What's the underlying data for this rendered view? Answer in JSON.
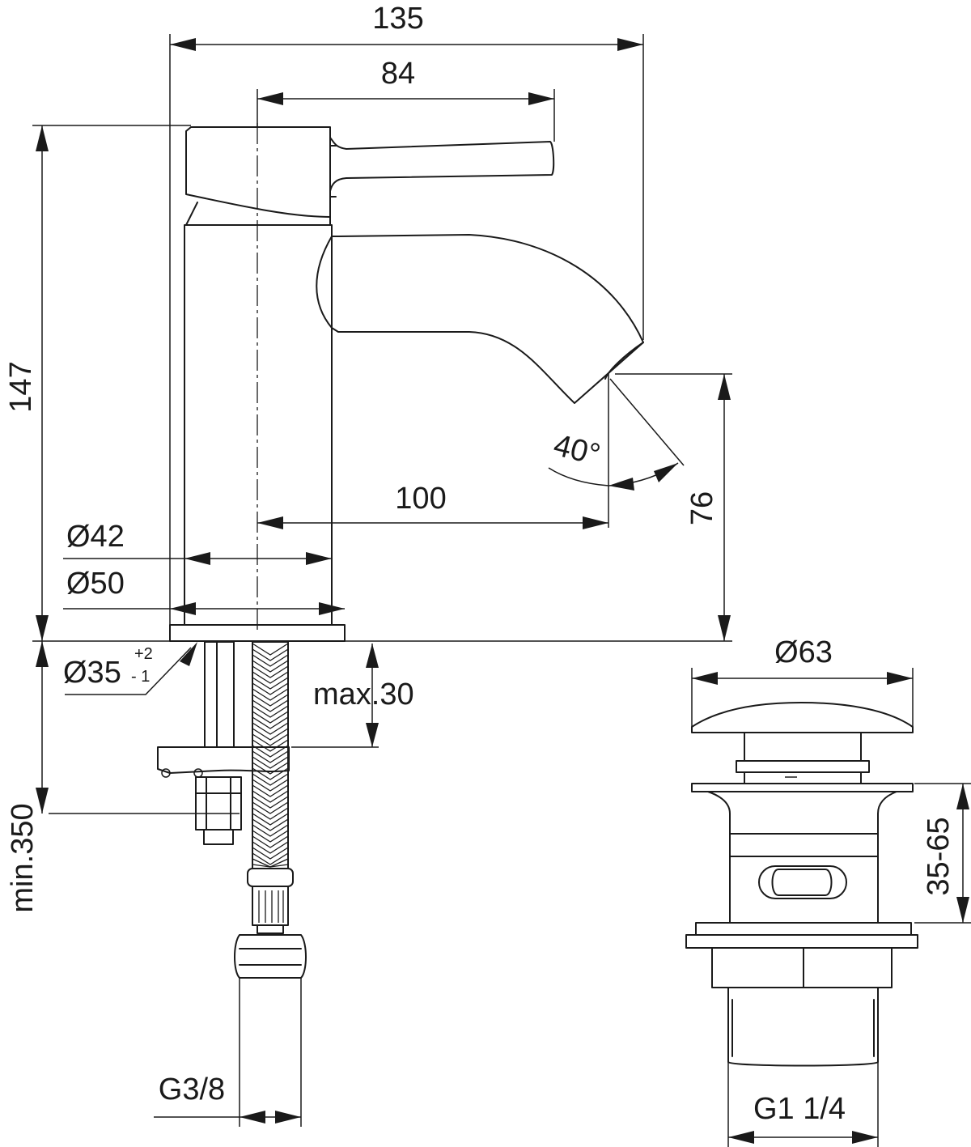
{
  "dimensions": {
    "total_width": "135",
    "lever_length": "84",
    "total_height": "147",
    "outlet_height": "76",
    "spout_reach": "100",
    "spout_angle": "40°",
    "body_diameter": "Ø42",
    "base_diameter": "Ø50",
    "hole_diameter": "Ø35",
    "hole_tol_plus": "+2",
    "hole_tol_minus": "- 1",
    "max_deck": "max.30",
    "min_hose": "min.350",
    "hose_thread": "G3/8",
    "waste_cap_diameter": "Ø63",
    "waste_deck_range": "35-65",
    "waste_thread": "G1 1/4"
  }
}
